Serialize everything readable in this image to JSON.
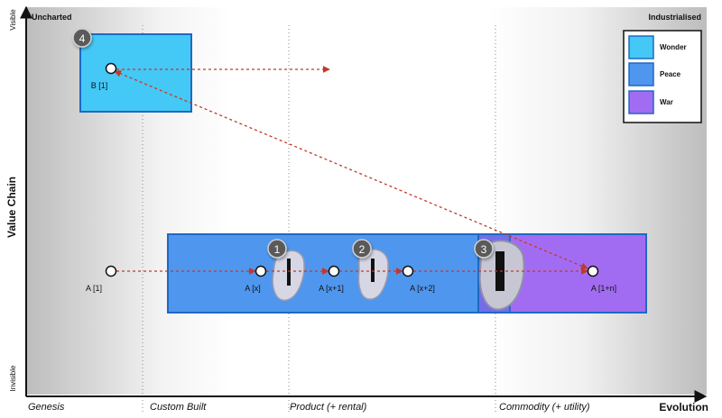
{
  "corner_labels": {
    "top_left": "Uncharted",
    "top_right": "Industrialised"
  },
  "y_axis": {
    "title": "Value Chain",
    "top": "Visible",
    "bottom": "Invisible"
  },
  "x_axis": {
    "title": "Evolution",
    "stages": [
      "Genesis",
      "Custom Built",
      "Product (+ rental)",
      "Commodity (+ utility)"
    ]
  },
  "legend": [
    {
      "label": "Wonder",
      "color": "#44c8f5"
    },
    {
      "label": "Peace",
      "color": "#4f97ee"
    },
    {
      "label": "War",
      "color": "#a26cf2"
    }
  ],
  "components": [
    {
      "label": "B [1]"
    },
    {
      "label": "A [1]"
    },
    {
      "label": "A [x]"
    },
    {
      "label": "A [x+1]"
    },
    {
      "label": "A [x+2]"
    },
    {
      "label": "A [1+n]"
    }
  ],
  "markers": [
    "1",
    "2",
    "3",
    "4"
  ],
  "colors": {
    "wonder": "#44c8f5",
    "peace": "#4f97ee",
    "war": "#a26cf2",
    "flow": "#c0392b"
  }
}
